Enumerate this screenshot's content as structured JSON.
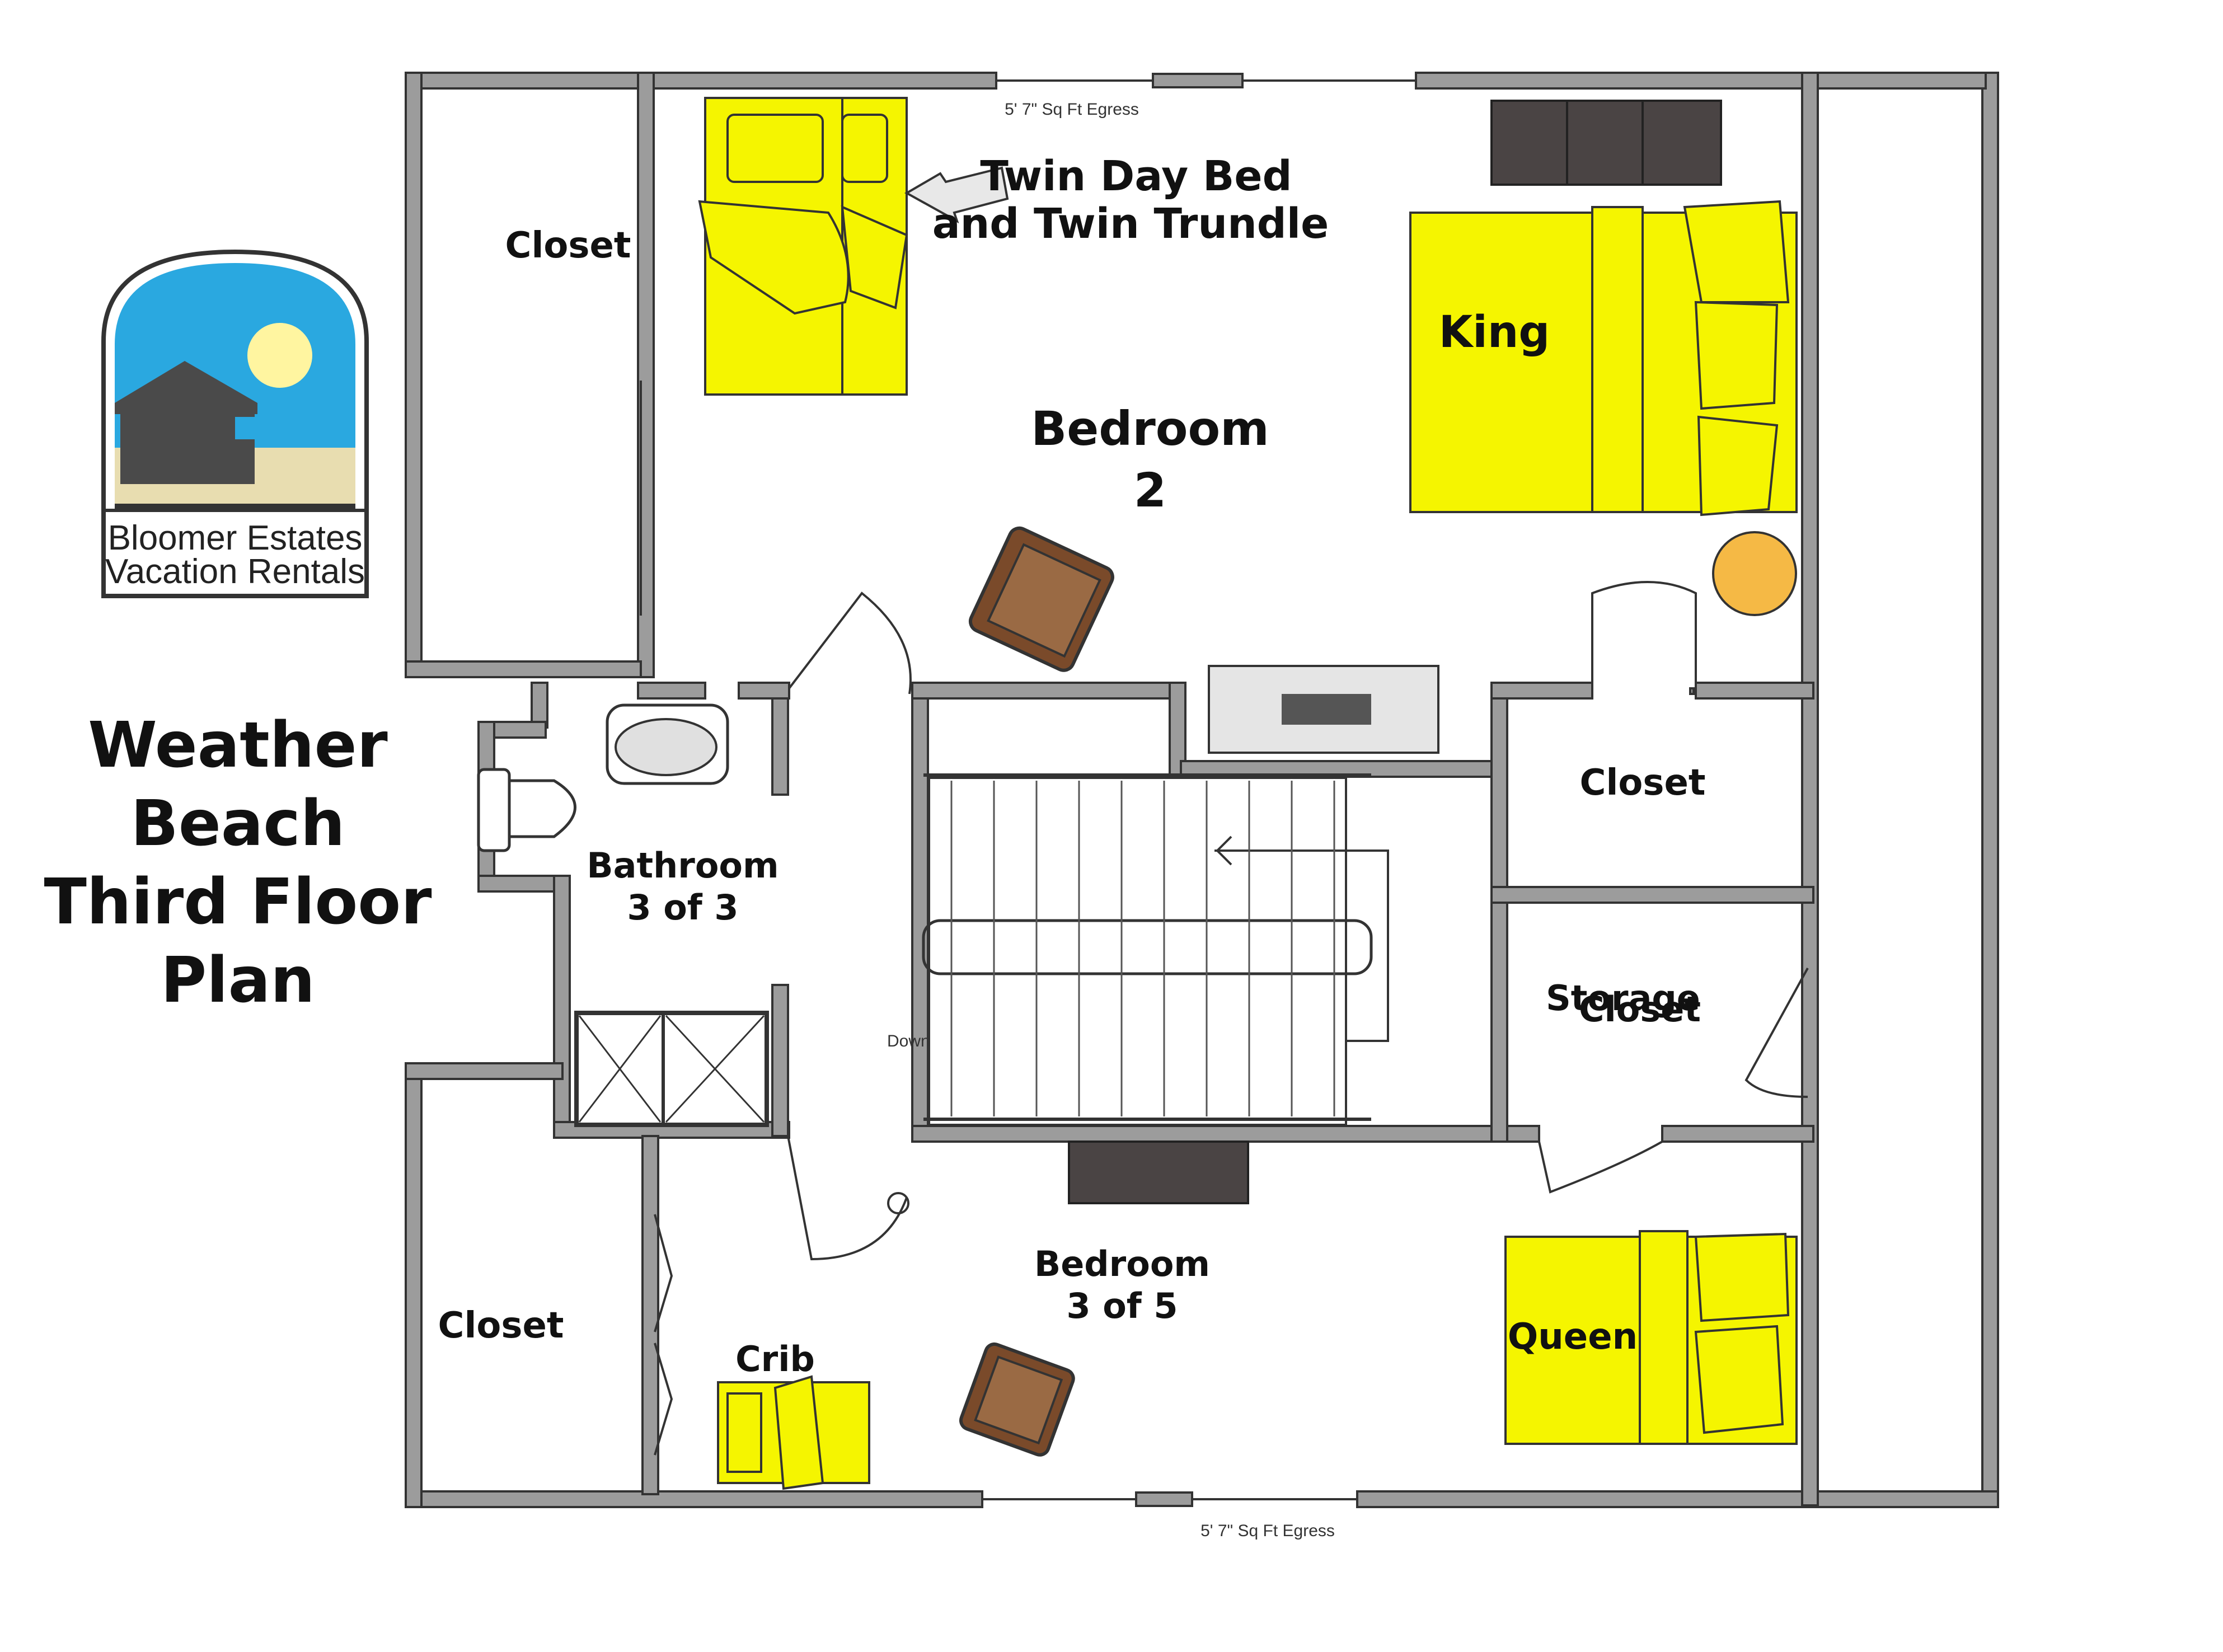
{
  "plan": {
    "title_lines": [
      "Weather",
      "Beach",
      "Third Floor",
      "Plan"
    ]
  },
  "logo": {
    "line1": "Bloomer Estates",
    "line2": "Vacation Rentals",
    "colors": {
      "sky": "#2aa8e0",
      "sun": "#fff5a0",
      "house": "#4a4a4a",
      "sand": "#e8ddb0"
    }
  },
  "rooms": {
    "bedroom2": [
      "Bedroom",
      "2"
    ],
    "bedroom3": [
      "Bedroom",
      "3 of 5"
    ],
    "bathroom": [
      "Bathroom",
      "3 of 3"
    ],
    "closet_top_left": "Closet",
    "closet_bottom_left": "Closet",
    "closet_right": "Closet",
    "storage": "Storage",
    "storage_overlap": "Closet"
  },
  "furniture": {
    "king": "King",
    "queen": "Queen",
    "crib": "Crib",
    "twin_lines": [
      "Twin Day Bed",
      "and Twin Trundle"
    ]
  },
  "notes": {
    "egress_top": "5' 7\" Sq Ft Egress",
    "egress_bottom": "5' 7\" Sq Ft Egress",
    "stairs": "Down"
  },
  "colors": {
    "bed": "#f5f500",
    "wall": "#9c9c9c",
    "furniture_dark": "#4a4444",
    "chair": "#7a4a2a",
    "lamp": "#f5b945"
  }
}
